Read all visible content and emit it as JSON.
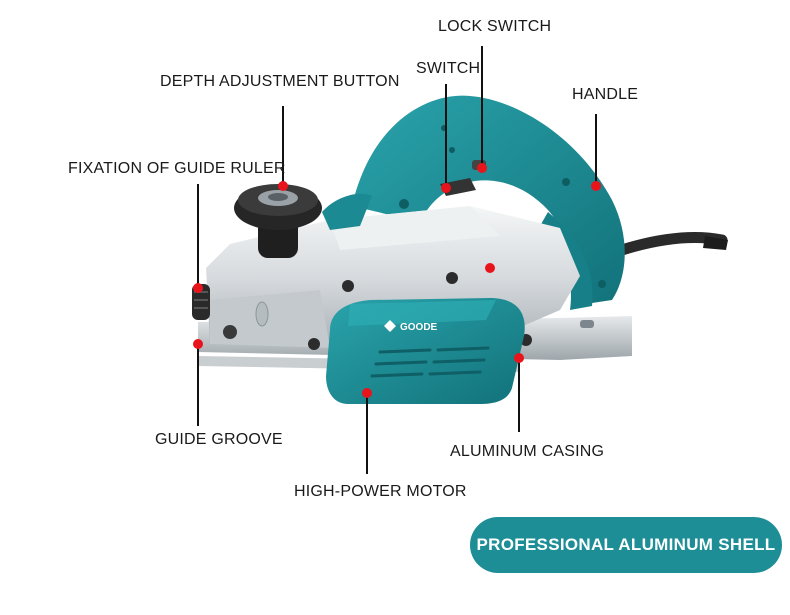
{
  "colors": {
    "accent": "#1e8e96",
    "accent_dark": "#146b72",
    "marker": "#e8141b",
    "leader": "#111111",
    "metal": "#d9dde0",
    "metal_dark": "#9aa2a8",
    "rubber": "#2a2a2a"
  },
  "labels": {
    "lock_switch": "LOCK SWITCH",
    "switch": "SWITCH",
    "depth_adjustment_button": "DEPTH ADJUSTMENT BUTTON",
    "handle": "HANDLE",
    "fixation_of_guide_ruler": "FIXATION OF GUIDE RULER",
    "guide_groove": "GUIDE GROOVE",
    "aluminum_casing": "ALUMINUM CASING",
    "high_power_motor": "HIGH-POWER MOTOR"
  },
  "brand": "GOODE",
  "badge": {
    "text": "PROFESSIONAL ALUMINUM SHELL"
  }
}
